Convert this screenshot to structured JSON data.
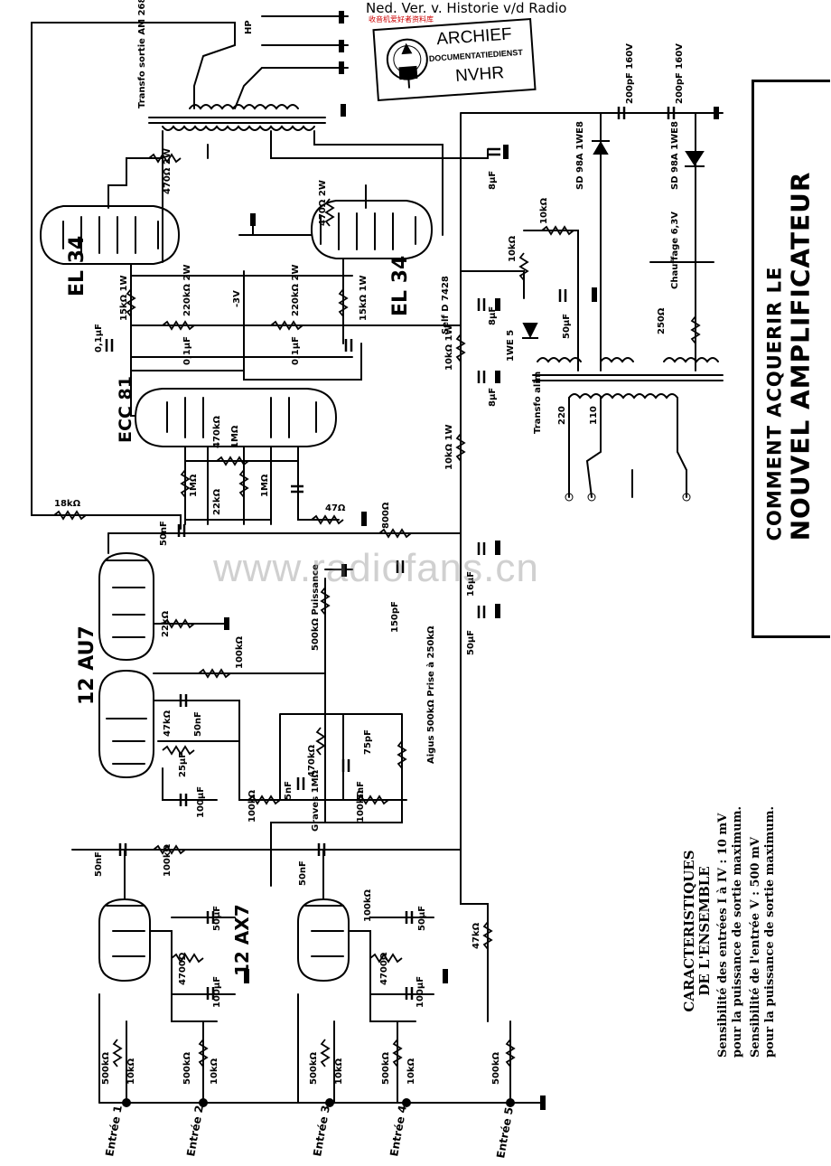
{
  "header": {
    "title": "Ned. Ver. v. Historie v/d Radio",
    "subtitle": "收音机爱好者资料库"
  },
  "stamp": {
    "line1": "ARCHIEF",
    "line2": "DOCUMENTATIEDIENST",
    "line3": "NVHR"
  },
  "title": {
    "line1": "COMMENT ACQUERIR LE",
    "line2": "NOUVEL   AMPLIFICATEUR"
  },
  "watermark": "www.radiofans.cn",
  "characteristics": {
    "heading_1": "CARACTERISTIQUES",
    "heading_2": "DE L'ENSEMBLE",
    "paragraph_1": "Sensibilité des entrées I à IV : 10 mV pour la puissance de sortie maximum.",
    "paragraph_2": "Sensibilité de l'entrée V : 500 mV pour la puissance de sortie maximum."
  },
  "tubes": {
    "output_left": "EL 34",
    "output_right": "EL 34",
    "phase_splitter": "ECC 81",
    "driver": "12 AU7",
    "preamp": "12 AX7"
  },
  "inputs": [
    "Entrée 1",
    "Entrée 2",
    "Entrée 3",
    "Entrée 4",
    "Entrée 5"
  ],
  "components": {
    "r_470_2w_a": "470Ω 2W",
    "r_470_2w_b": "470Ω 2W",
    "r_15k_1w_a": "15kΩ 1W",
    "r_15k_1w_b": "15kΩ 1W",
    "r_220k_2w_a": "220kΩ 2W",
    "r_220k_2w_b": "220kΩ 2W",
    "c_01uf_a": "0,1µF",
    "c_01uf_b": "0,1µF",
    "c_01uf_c": "0,1µF",
    "r_470k": "470kΩ",
    "r_22k": "22kΩ",
    "r_1m_a": "1MΩ",
    "r_1m_b": "1MΩ",
    "r_1m_c": "1MΩ",
    "r_18k": "18kΩ",
    "r_47": "47Ω",
    "c_50nf_a": "50nF",
    "r_800": "800Ω",
    "c_16uf": "16µF",
    "c_150pf": "150pF",
    "c_50uf_a": "50µF",
    "pot_500k_puissance": "500kΩ Puissance",
    "r_22k_b": "22kΩ",
    "r_100k_a": "100kΩ",
    "r_47k_a": "47kΩ",
    "c_50nf_b": "50nF",
    "c_25uf": "25µF",
    "c_100uf": "100µF",
    "pot_aigues": "Aigus 500kΩ Prise à 250kΩ",
    "c_75pf": "75pF",
    "r_470k_b": "470kΩ",
    "c_5nf_a": "5nF",
    "c_5nf_b": "5nF",
    "r_100k_b": "100kΩ",
    "r_100k_c": "100kΩ",
    "graves": "Graves 1MΩ",
    "c_50nf_c": "50nF",
    "c_50nf_d": "50nF",
    "r_100k_d": "100kΩ",
    "r_100k_e": "100kΩ",
    "c_50uf_b": "50µF",
    "c_50uf_c": "50µF",
    "r_4700_a": "4700Ω",
    "r_4700_b": "4700Ω",
    "c_100uf_b": "100µF",
    "c_100uf_c": "100µF",
    "r_500k_a": "500kΩ",
    "r_500k_b": "500kΩ",
    "r_500k_c": "500kΩ",
    "r_500k_d": "500kΩ",
    "r_500k_e": "500kΩ",
    "r_10k_a": "10kΩ",
    "r_10k_b": "10kΩ",
    "r_10k_c": "10kΩ",
    "r_10k_d": "10kΩ",
    "r_47k_b": "47kΩ",
    "transfo_sortie": "Transfo sortie AM 268",
    "hp": "HP",
    "sell": "Self D 7428",
    "c_8uf_a": "8µF",
    "c_8uf_b": "8µF",
    "c_8uf_c": "8µF",
    "r_10k_1w_a": "10kΩ 1W",
    "r_10k_1w_b": "10kΩ 1W",
    "c_200pf_a": "200pF 160V",
    "c_200pf_b": "200pF 160V",
    "d_a": "SD 98A 1WE8",
    "d_b": "SD 98A 1WE8",
    "r_10k_e": "10kΩ",
    "r_10k_f": "10kΩ",
    "c_50uf_d": "50µF",
    "d_c": "1WE 5",
    "chauffage": "Chauffage 6,3V",
    "r_250": "250Ω",
    "transfo_alim": "Transfo alim",
    "v220": "220",
    "v110": "110",
    "minus3v": "-3V"
  }
}
